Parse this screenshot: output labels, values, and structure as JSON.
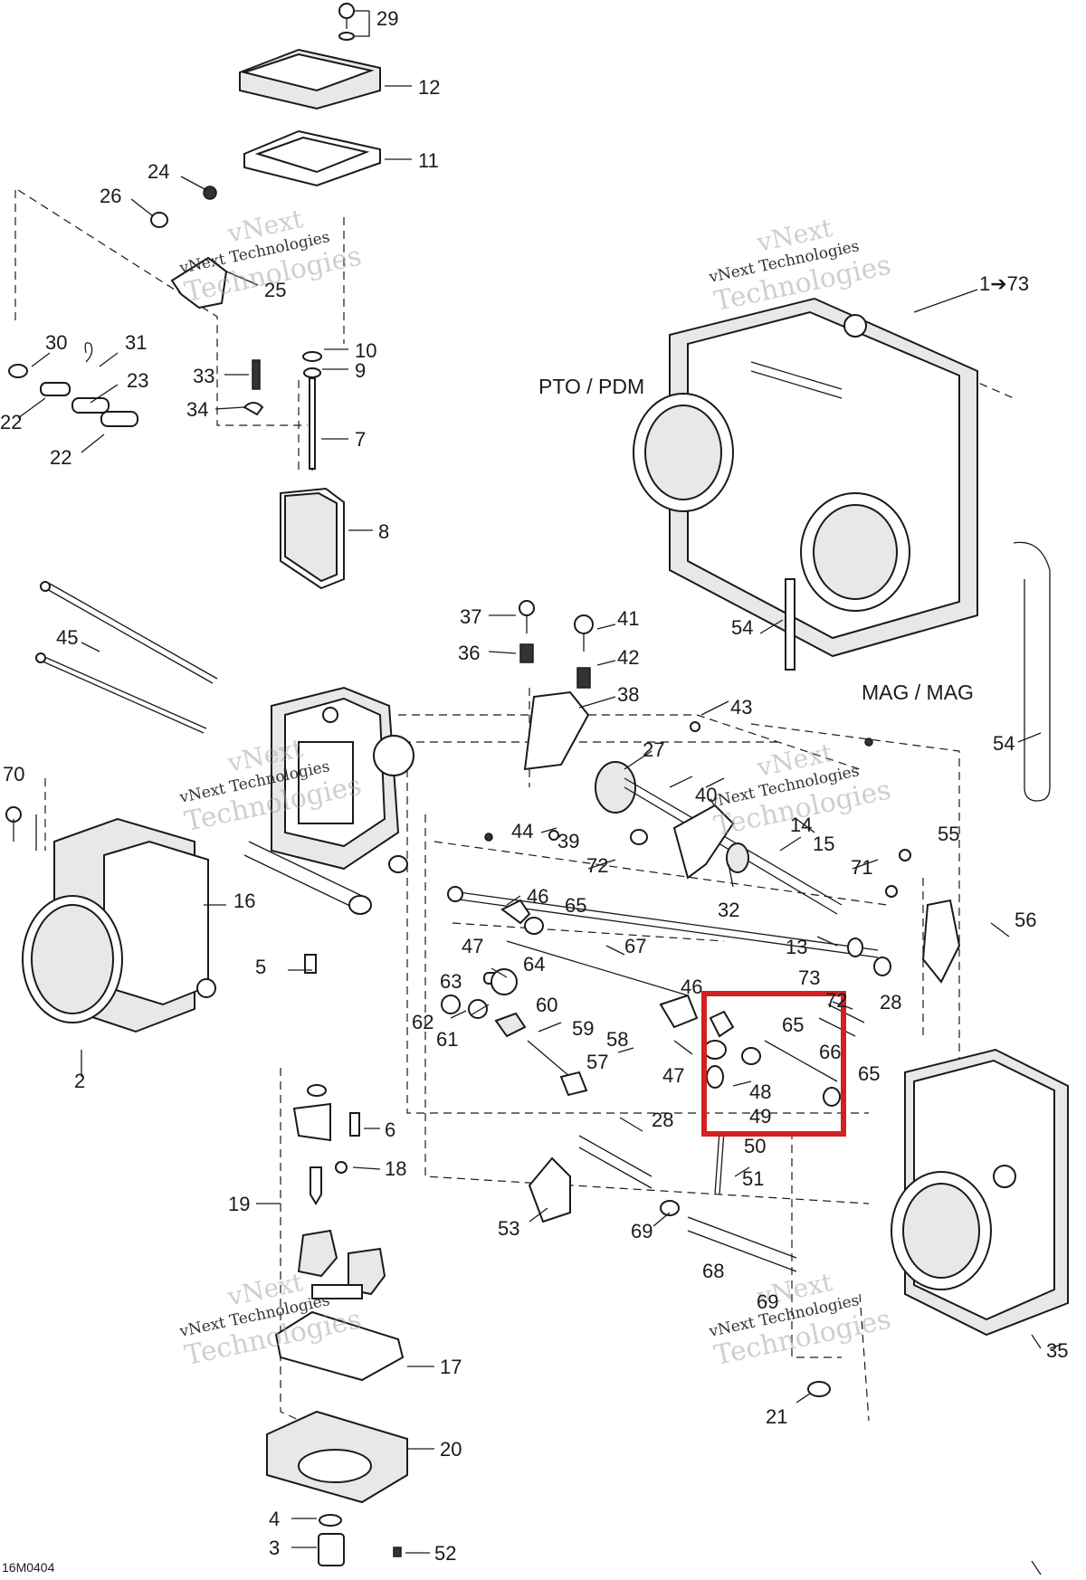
{
  "diagram": {
    "drawing_code": "16M0404",
    "region_labels": {
      "pto_pdm": "PTO / PDM",
      "mag_mag": "MAG / MAG"
    },
    "watermark": {
      "line_top": "vNext",
      "line_mid": "vNext Technologies",
      "line_bottom": "Technologies"
    },
    "callouts": {
      "c29": "29",
      "c12": "12",
      "c11": "11",
      "c24": "24",
      "c26": "26",
      "c25": "25",
      "c1_73": "1➔73",
      "c30": "30",
      "c31": "31",
      "c23": "23",
      "c22a": "22",
      "c22b": "22",
      "c10": "10",
      "c9": "9",
      "c33": "33",
      "c34": "34",
      "c7": "7",
      "c8": "8",
      "c45": "45",
      "c37": "37",
      "c41": "41",
      "c36": "36",
      "c42": "42",
      "c38": "38",
      "c54a": "54",
      "c54b": "54",
      "c43": "43",
      "c27": "27",
      "c70": "70",
      "c40": "40",
      "c44": "44",
      "c39": "39",
      "c72a": "72",
      "c14": "14",
      "c15": "15",
      "c55": "55",
      "c71": "71",
      "c16": "16",
      "c46a": "46",
      "c65a": "65",
      "c32": "32",
      "c56": "56",
      "c47a": "47",
      "c67": "67",
      "c13": "13",
      "c5": "5",
      "c63": "63",
      "c64": "64",
      "c73": "73",
      "c46b": "46",
      "c72b": "72",
      "c28a": "28",
      "c62": "62",
      "c60": "60",
      "c65b": "65",
      "c61": "61",
      "c59": "59",
      "c58": "58",
      "c66": "66",
      "c2": "2",
      "c57": "57",
      "c47b": "47",
      "c65c": "65",
      "c48": "48",
      "c49": "49",
      "c6": "6",
      "c28b": "28",
      "c50": "50",
      "c18": "18",
      "c51": "51",
      "c19": "19",
      "c53": "53",
      "c69a": "69",
      "c68": "68",
      "c69b": "69",
      "c35": "35",
      "c17": "17",
      "c21": "21",
      "c20": "20",
      "c4": "4",
      "c3": "3",
      "c52": "52"
    },
    "highlight_color": "#d42020"
  }
}
